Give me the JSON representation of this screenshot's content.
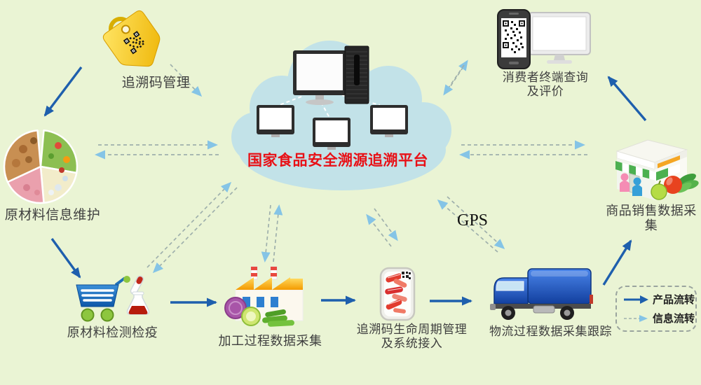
{
  "title": "国家食品安全溯源追溯平台",
  "gps_label": "GPS",
  "nodes": {
    "trace_code": {
      "label": "追溯码管理"
    },
    "raw_materials": {
      "label": "原材料信息维护"
    },
    "inspection": {
      "label": "原材料检测检疫"
    },
    "processing": {
      "label": "加工过程数据采集"
    },
    "lifecycle": {
      "line1": "追溯码生命周期管理",
      "line2": "及系统接入"
    },
    "logistics": {
      "label": "物流过程数据采集跟踪"
    },
    "sales": {
      "label": "商品销售数据采集"
    },
    "consumer": {
      "line1": "消费者终端查询",
      "line2": "及评价"
    }
  },
  "legend": {
    "product_flow": "产品流转",
    "info_flow": "信息流转"
  },
  "colors": {
    "background": "#eaf4d4",
    "cloud": "#c2e2e8",
    "title_red": "#e81016",
    "product_arrow": "#1e5fad",
    "info_arrow_head": "#85c4e6",
    "info_arrow_line": "#9fb0ac",
    "label_text": "#3f3f3f"
  }
}
